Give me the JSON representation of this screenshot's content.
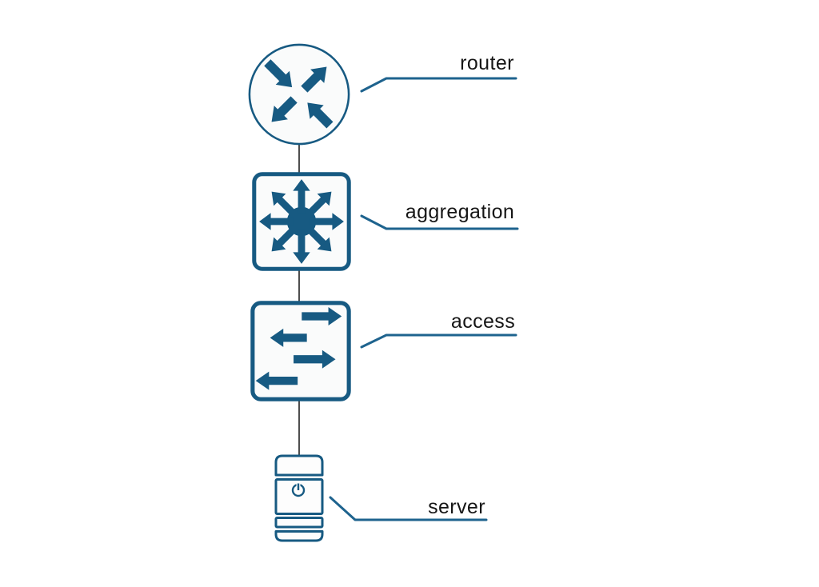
{
  "diagram": {
    "type": "network-topology",
    "nodes": [
      {
        "id": "router",
        "label": "router",
        "icon": "router-icon",
        "shape": "circle"
      },
      {
        "id": "aggregation",
        "label": "aggregation",
        "icon": "multilayer-switch-icon",
        "shape": "rounded-square"
      },
      {
        "id": "access",
        "label": "access",
        "icon": "workgroup-switch-icon",
        "shape": "rounded-square"
      },
      {
        "id": "server",
        "label": "server",
        "icon": "tower-server-icon",
        "shape": "tower"
      }
    ],
    "edges": [
      {
        "from": "router",
        "to": "aggregation"
      },
      {
        "from": "aggregation",
        "to": "access"
      },
      {
        "from": "access",
        "to": "server"
      }
    ],
    "colors": {
      "teal": "#175a82",
      "leader": "#1e638e",
      "connector": "#2e2e2e",
      "node-fill": "#fafbfb",
      "label": "#161616",
      "bg": "#ffffff"
    }
  }
}
